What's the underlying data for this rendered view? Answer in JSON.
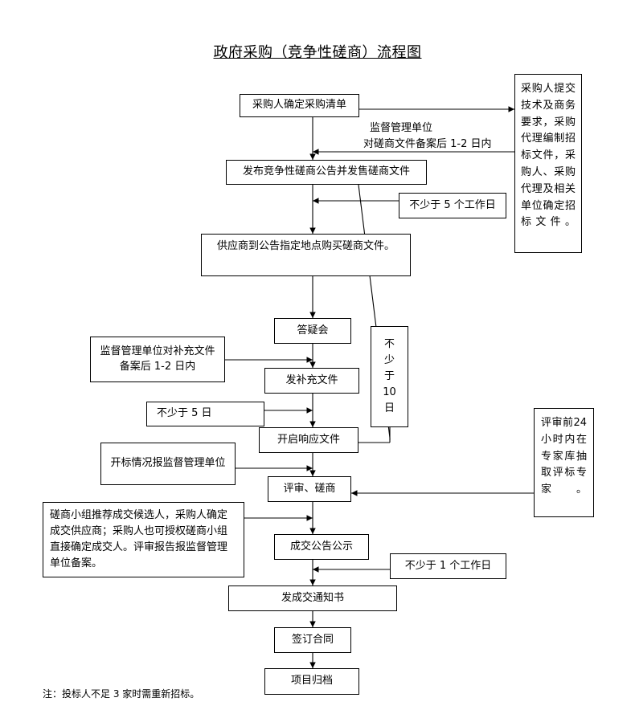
{
  "title": "政府采购（竞争性磋商）流程图",
  "steps": {
    "confirm_list": "采购人确定采购清单",
    "publish": "发布竞争性磋商公告并发售磋商文件",
    "buy_docs": "供应商到公告指定地点购买磋商文件。",
    "qa": "答疑会",
    "supplement": "发补充文件",
    "open": "开启响应文件",
    "review": "评审、磋商",
    "announce": "成交公告公示",
    "notice": "发成交通知书",
    "contract": "签订合同",
    "archive": "项目归档"
  },
  "side": {
    "requirements": "采购人提交技术及商务要求，采购代理编制招标文件，采购人、采购代理及相关单位确定招标文件。",
    "filing_line1": "监督管理单位",
    "filing_line2": "对磋商文件备案后 1-2 日内",
    "min5workdays": "不少于 5 个工作日",
    "min10days": [
      "不",
      "少",
      "于",
      "10",
      "日"
    ],
    "supp_filing": "监督管理单位对补充文件备案后 1-2 日内",
    "min5days": "不少于 5 日",
    "open_report": "开标情况报监督管理单位",
    "experts": "评审前24小时内在专家库抽取评标专家。",
    "recommend": "磋商小组推荐成交候选人，采购人确定成交供应商；采购人也可授权磋商小组直接确定成交人。评审报告报监督管理单位备案。",
    "min1workday": "不少于 1 个工作日"
  },
  "note": "注：投标人不足 3 家时需重新招标。"
}
